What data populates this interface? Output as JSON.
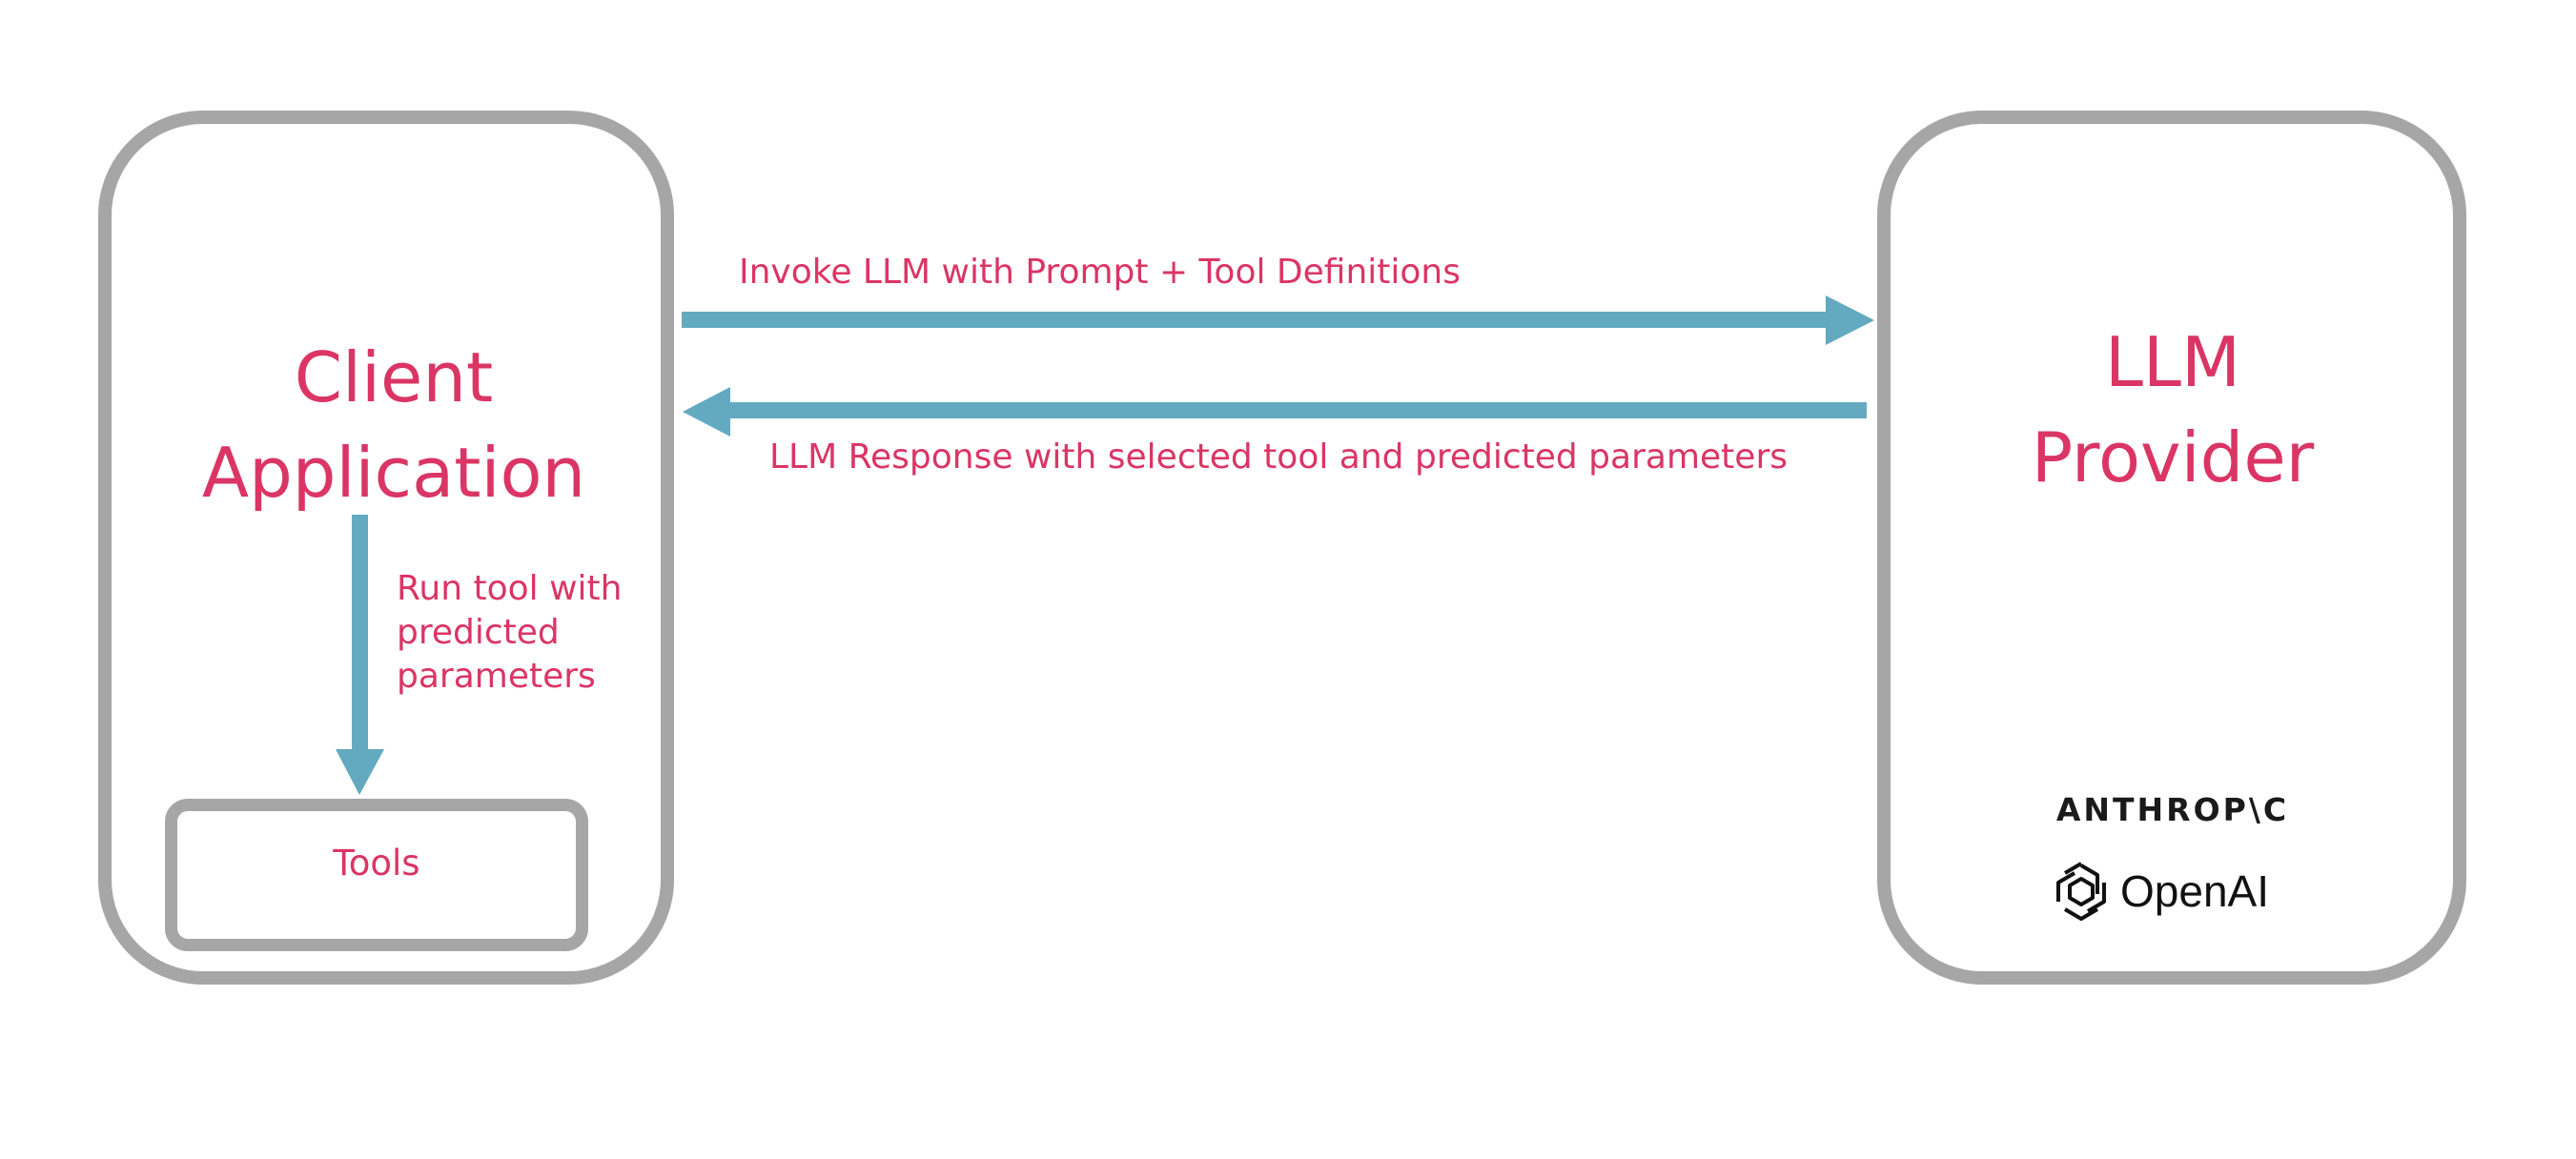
{
  "diagram": {
    "client": {
      "title_line1": "Client",
      "title_line2": "Application"
    },
    "tools": {
      "label": "Tools"
    },
    "llm": {
      "title_line1": "LLM",
      "title_line2": "Provider"
    },
    "edges": {
      "request": "Invoke LLM with Prompt + Tool Definitions",
      "response": "LLM Response with selected tool and predicted parameters",
      "run_tool_line1": "Run tool with",
      "run_tool_line2": "predicted",
      "run_tool_line3": "parameters"
    },
    "logos": {
      "anthropic": "ANTHROP\\C",
      "openai": "OpenAI"
    },
    "colors": {
      "text_accent": "#da3565",
      "arrow": "#63a9c0",
      "box_border": "#a6a6a6"
    }
  }
}
